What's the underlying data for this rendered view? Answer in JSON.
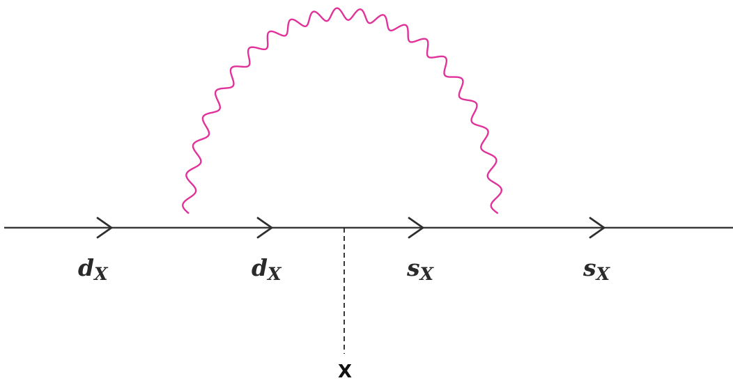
{
  "diagram": {
    "colors": {
      "fermion_line": "#3a3a3a",
      "photon": "#e0329a",
      "insertion": "#222222"
    },
    "propagators": [
      {
        "particle": "d",
        "flavor_index": "X"
      },
      {
        "particle": "d",
        "flavor_index": "X"
      },
      {
        "particle": "s",
        "flavor_index": "X"
      },
      {
        "particle": "s",
        "flavor_index": "X"
      }
    ],
    "insertion_label": "X"
  }
}
